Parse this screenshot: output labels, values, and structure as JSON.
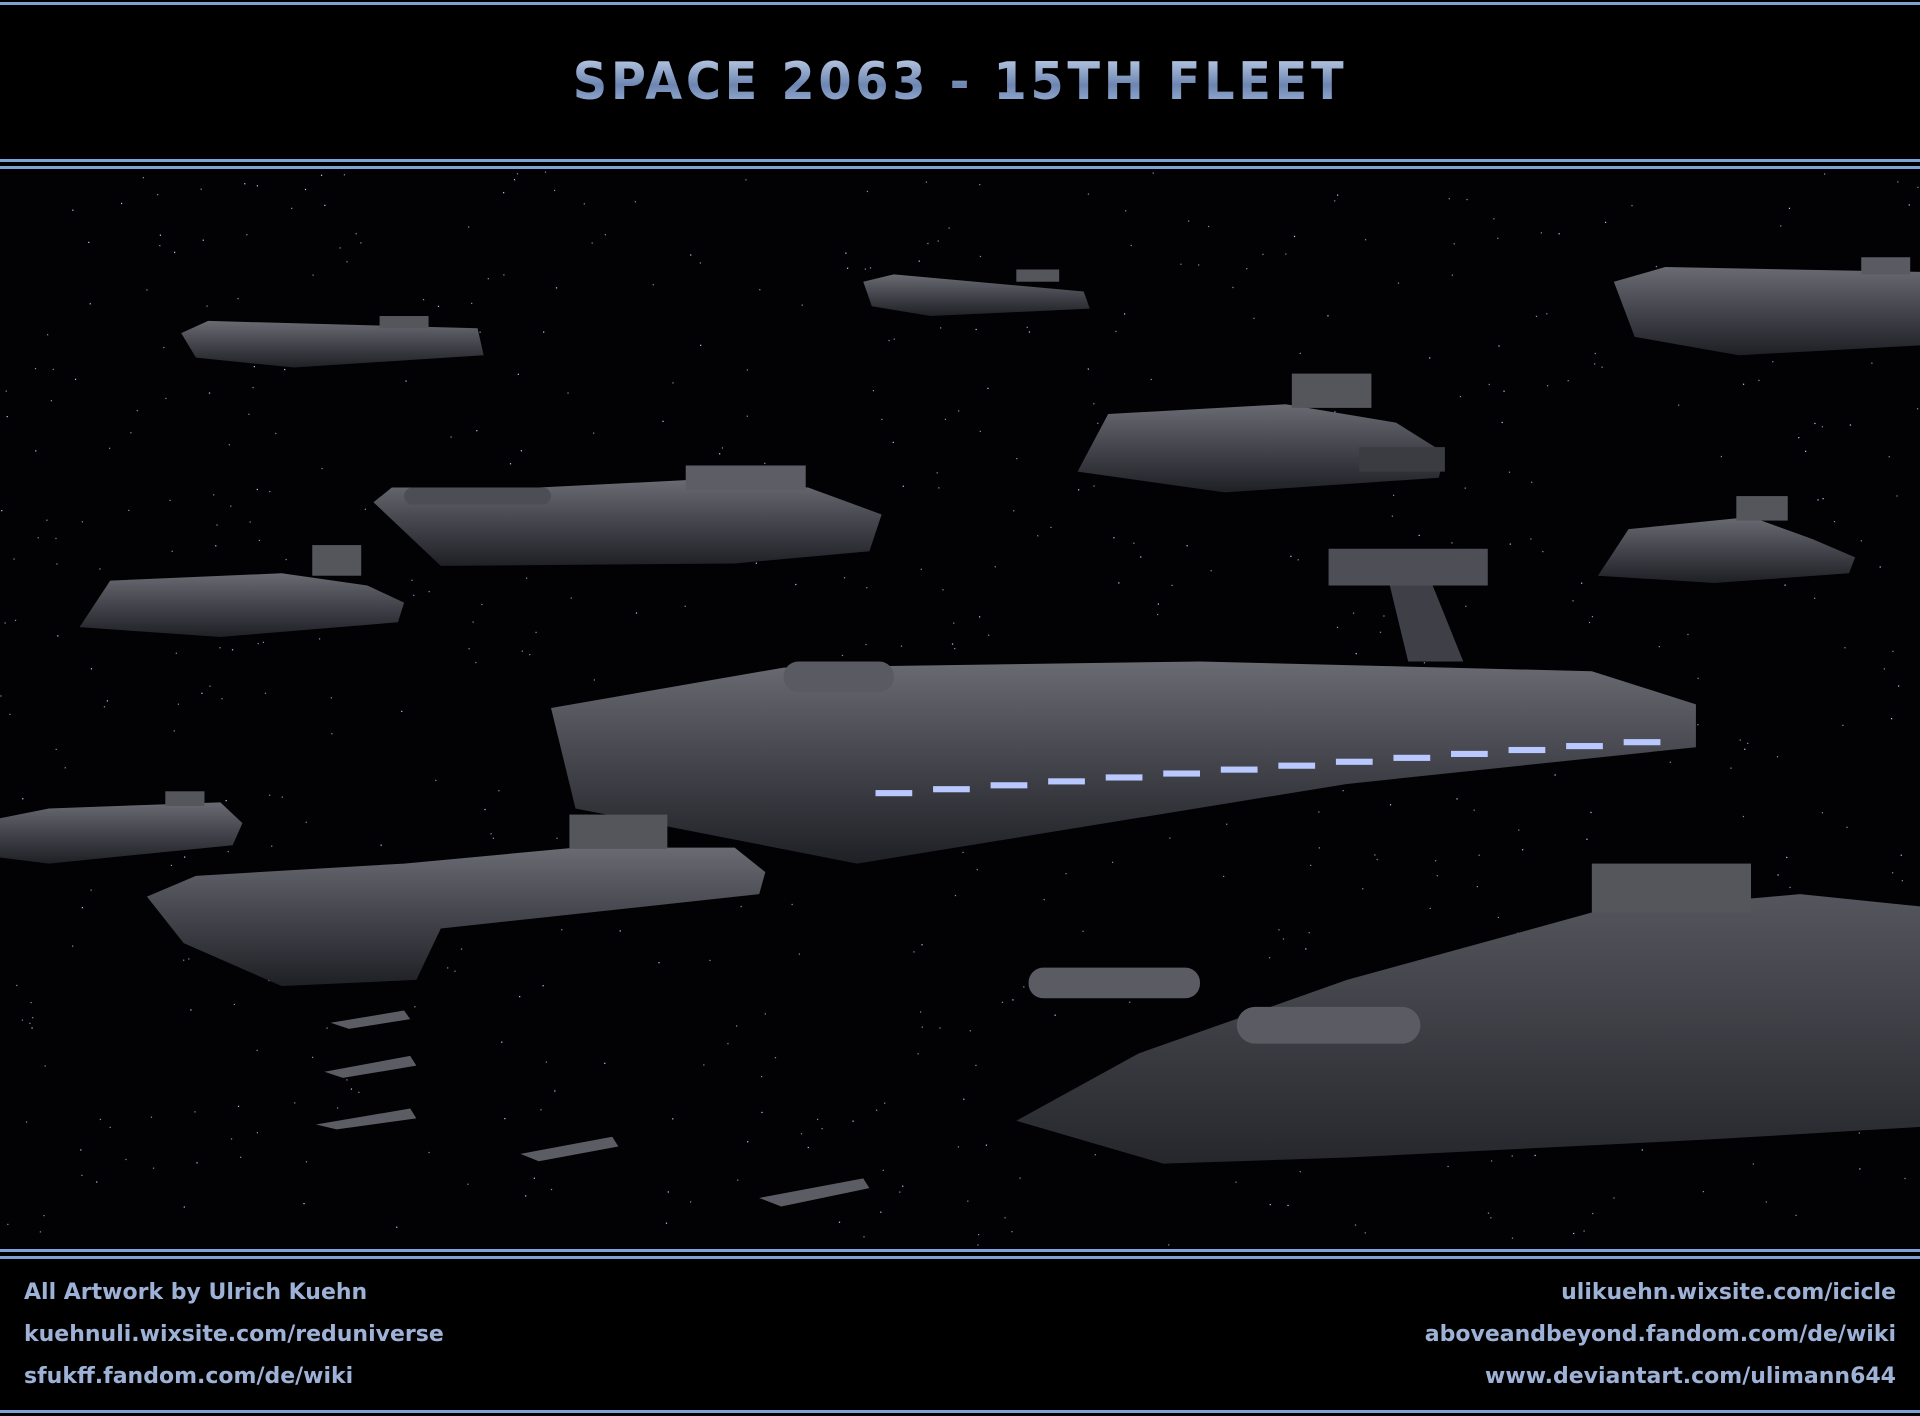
{
  "header": {
    "title": "SPACE 2063 - 15TH FLEET"
  },
  "footer": {
    "left": [
      "All Artwork by Ulrich Kuehn",
      "kuehnuli.wixsite.com/reduniverse",
      "sfukff.fandom.com/de/wiki"
    ],
    "right": [
      "ulikuehn.wixsite.com/icicle",
      "aboveandbeyond.fandom.com/de/wiki",
      "www.deviantart.com/ulimann644"
    ]
  },
  "colors": {
    "frame_line": "#7fa2d6",
    "text": "#9db2d6",
    "hull": "#4a4b52",
    "window_glow": "#b9c8ff"
  }
}
